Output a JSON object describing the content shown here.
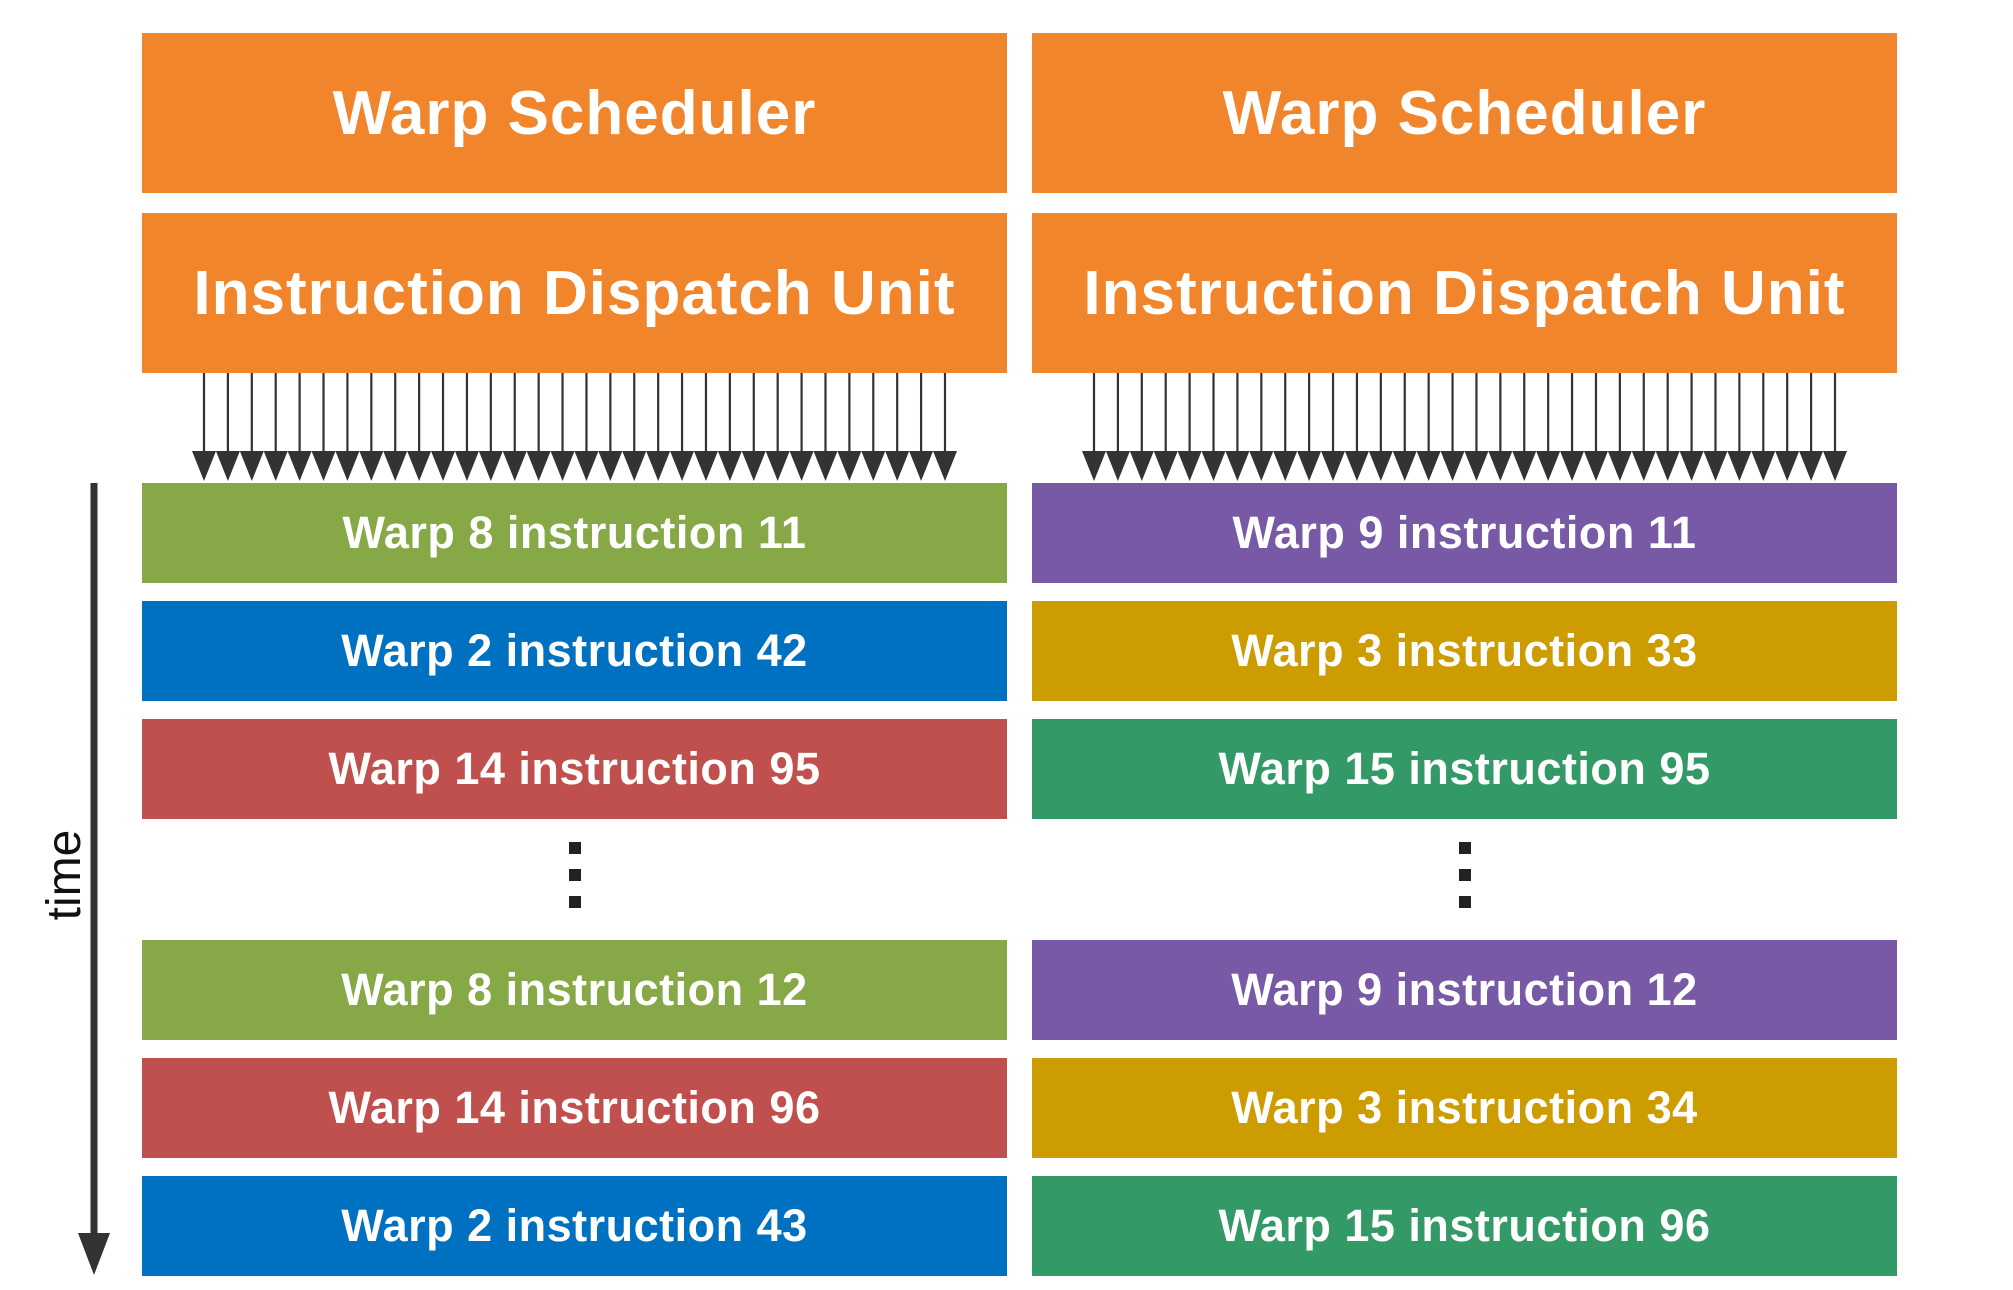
{
  "colors": {
    "header": "#F0852B",
    "olive": "#86A847",
    "blue": "#0070C0",
    "red": "#C0504D",
    "purple": "#7859A6",
    "gold": "#CC9C00",
    "green": "#339966",
    "arrow": "#333333"
  },
  "time_label": "time",
  "columns": [
    {
      "scheduler": "Warp Scheduler",
      "dispatch": "Instruction Dispatch Unit",
      "rows_top": [
        {
          "label": "Warp 8 instruction 11",
          "color": "olive"
        },
        {
          "label": "Warp 2 instruction 42",
          "color": "blue"
        },
        {
          "label": "Warp 14 instruction 95",
          "color": "red"
        }
      ],
      "rows_bottom": [
        {
          "label": "Warp 8 instruction 12",
          "color": "olive"
        },
        {
          "label": "Warp 14 instruction 96",
          "color": "red"
        },
        {
          "label": "Warp 2 instruction 43",
          "color": "blue"
        }
      ]
    },
    {
      "scheduler": "Warp Scheduler",
      "dispatch": "Instruction Dispatch Unit",
      "rows_top": [
        {
          "label": "Warp 9 instruction 11",
          "color": "purple"
        },
        {
          "label": "Warp 3 instruction 33",
          "color": "gold"
        },
        {
          "label": "Warp 15 instruction 95",
          "color": "green"
        }
      ],
      "rows_bottom": [
        {
          "label": "Warp 9 instruction 12",
          "color": "purple"
        },
        {
          "label": "Warp 3 instruction 34",
          "color": "gold"
        },
        {
          "label": "Warp 15 instruction 96",
          "color": "green"
        }
      ]
    }
  ]
}
